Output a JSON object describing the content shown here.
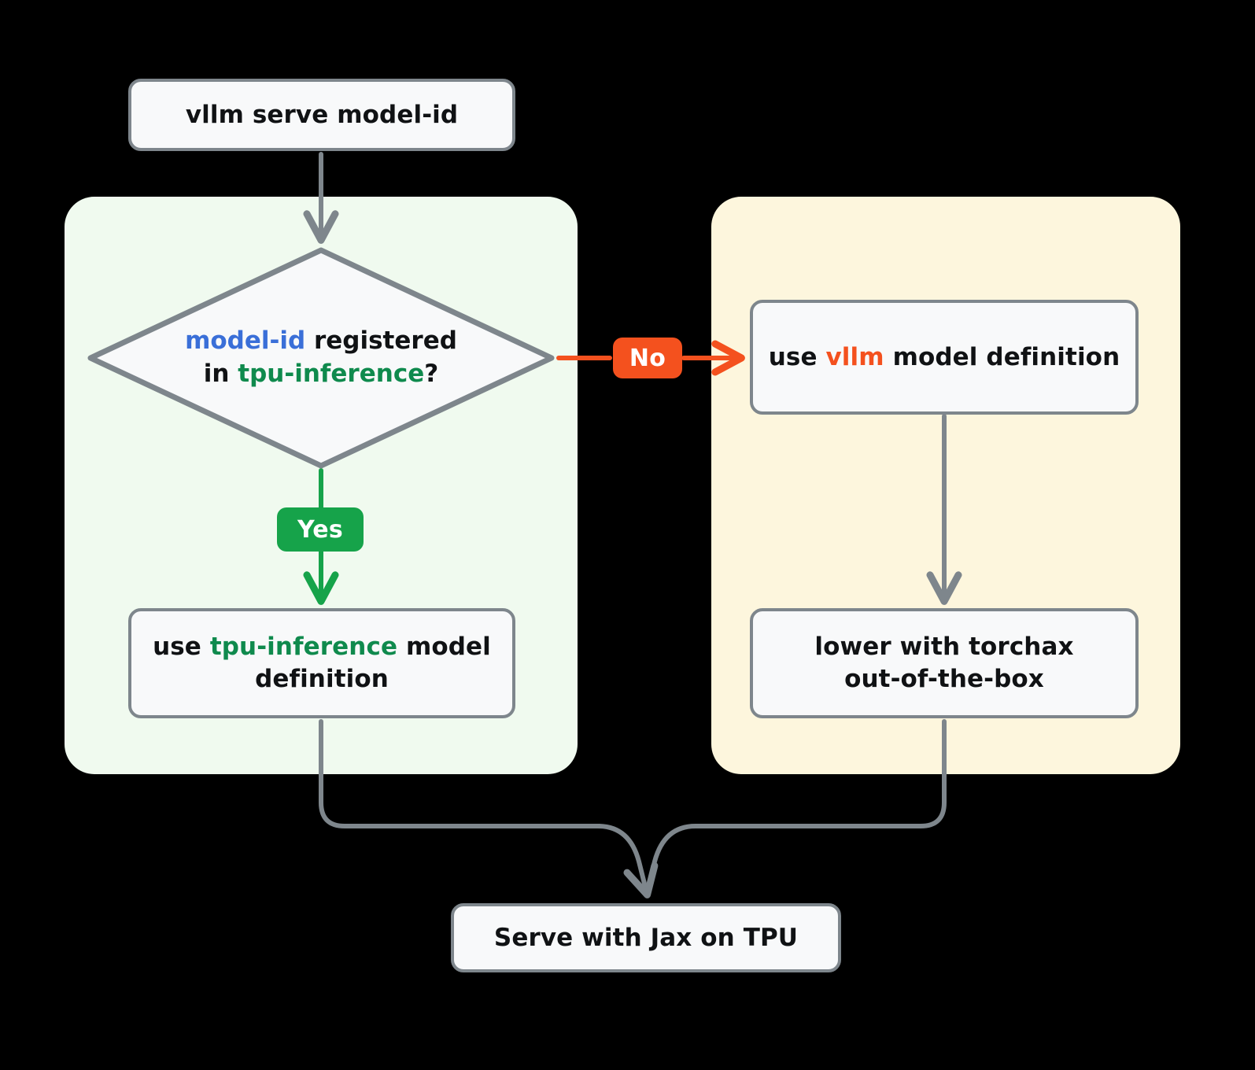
{
  "diagram": {
    "title": "vllm serve on TPU model-definition decision flow",
    "colors": {
      "edge_gray": "#7e868c",
      "yes_green": "#16a34a",
      "no_orange": "#f4511e",
      "token_blue": "#3a6fd8",
      "token_green": "#0f8a4d",
      "token_orange": "#f4511e",
      "panel_yes_bg": "#f0faef",
      "panel_no_bg": "#fdf6dd",
      "node_bg": "#f8f9fa",
      "canvas_bg": "#000000"
    }
  },
  "nodes": {
    "start": {
      "text": "vllm serve model-id"
    },
    "decision": {
      "line1_a": "model-id",
      "line1_b": " registered",
      "line2_a": "in ",
      "line2_b": "tpu-inference",
      "line2_c": "?"
    },
    "tpu_inference_def": {
      "a": "use ",
      "b": "tpu-inference",
      "c": " model definition"
    },
    "vllm_def": {
      "a": "use ",
      "b": "vllm",
      "c": " model definition"
    },
    "torchax": {
      "line1": "lower with torchax",
      "line2": "out-of-the-box"
    },
    "serve": {
      "text": "Serve with Jax on TPU"
    }
  },
  "edges": {
    "yes_label": "Yes",
    "no_label": "No"
  }
}
